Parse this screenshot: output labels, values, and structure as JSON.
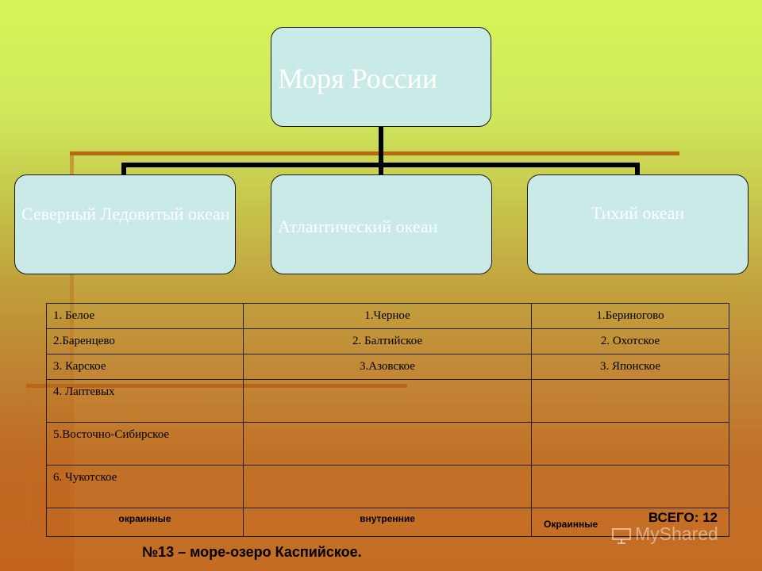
{
  "diagram": {
    "root": {
      "label": "Моря России"
    },
    "oceans": [
      {
        "label": "Северный Ледовитый океан"
      },
      {
        "label": "Атлантический океан"
      },
      {
        "label": "Тихий океан"
      }
    ]
  },
  "seas_table": {
    "rows": [
      [
        "1. Белое",
        "1.Черное",
        "1.Бериногово"
      ],
      [
        "2.Баренцево",
        "2. Балтийское",
        "2. Охотское"
      ],
      [
        "3. Карское",
        "3.Азовское",
        "3. Японское"
      ],
      [
        "4. Лаптевых",
        "",
        ""
      ],
      [
        "5.Восточно-Сибирское",
        "",
        ""
      ],
      [
        "6. Чукотское",
        "",
        ""
      ]
    ],
    "footer": [
      "окраинные",
      "внутренние",
      "Окраинные"
    ],
    "total": "ВСЕГО: 12"
  },
  "footnote": "№13 – море-озеро Каспийское.",
  "watermark": {
    "text": "MyShared"
  },
  "colors": {
    "box_fill": "#c9eae6",
    "box_text": "#ffffff",
    "connector": "#000000",
    "stripe": "#b56a12",
    "background_top": "#d6f55a",
    "background_bottom": "#c2641e"
  }
}
